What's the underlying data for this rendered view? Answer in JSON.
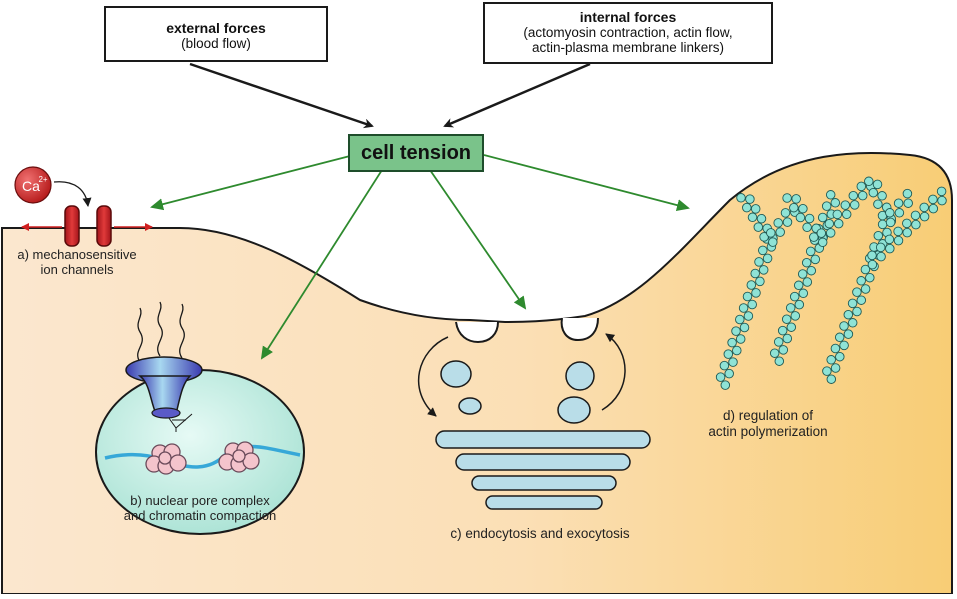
{
  "external_forces": {
    "title": "external forces",
    "detail": "(blood flow)"
  },
  "internal_forces": {
    "title": "internal forces",
    "detail_line1": "(actomyosin contraction, actin flow,",
    "detail_line2": "actin-plasma membrane linkers)"
  },
  "center": {
    "label": "cell tension"
  },
  "ion": {
    "symbol": "Ca",
    "charge": "2+"
  },
  "labels": {
    "a_line1": "a) mechanosensitive",
    "a_line2": "ion channels",
    "b_line1": "b) nuclear pore complex",
    "b_line2": "and chromatin compaction",
    "c": "c) endocytosis and exocytosis",
    "d_line1": "d) regulation of",
    "d_line2": "actin polymerization"
  },
  "colors": {
    "cell_fill_left": "#fbe7cf",
    "cell_fill_right": "#f8cd75",
    "tension_box": "#7ac38a",
    "green_arrow": "#2e8a2e",
    "red_arrow": "#d02020",
    "nucleus": "#c9efe6",
    "vesicle": "#b9dde8",
    "actin": "#8fe3d6"
  }
}
